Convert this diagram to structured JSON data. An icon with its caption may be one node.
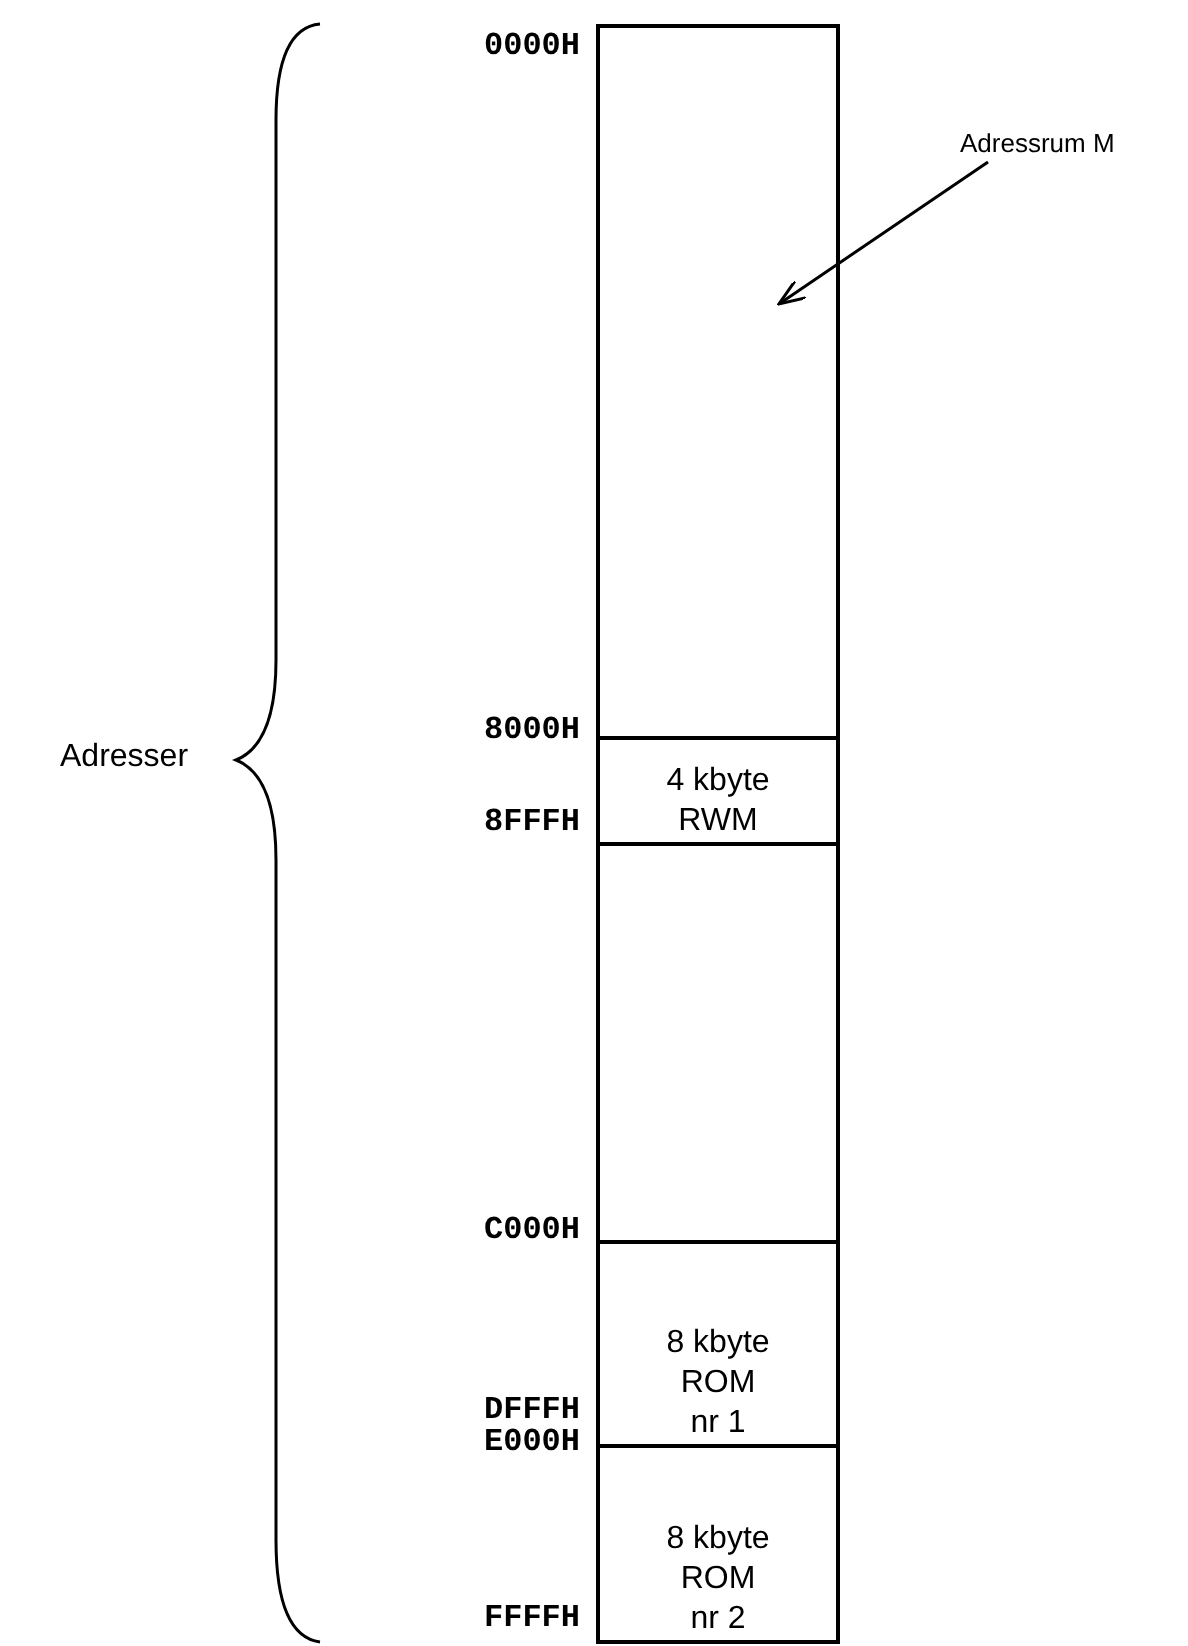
{
  "diagram": {
    "nodes": [
      {
        "text": [
          "Adressrum M"
        ]
      },
      {
        "text": [],
        "shape": "box"
      },
      {
        "text": [
          "4 kbyte RWM"
        ]
      },
      {
        "text": [],
        "shape": "box"
      },
      {
        "text": [
          "8 kbyte ROM nr 1"
        ]
      },
      {
        "text": [
          "8 kbyte ROM nr 2"
        ]
      }
    ],
    "edges": [
      {
        "from": 0,
        "to": 1,
        "arrow": "to"
      }
    ],
    "labels": [
      "0000H",
      "Adresser",
      "8000H",
      "8FFFH",
      "C000H",
      "DFFFH",
      "E000H",
      "FFFFH"
    ]
  }
}
